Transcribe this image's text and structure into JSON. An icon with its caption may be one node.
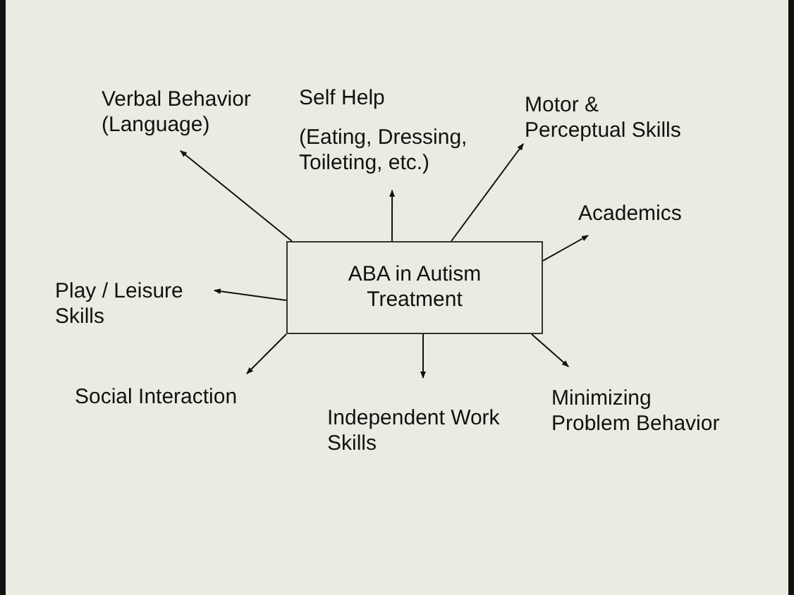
{
  "diagram": {
    "nodes": [
      {
        "text": [
          "ABA in Autism Treatment"
        ]
      },
      {
        "text": [
          "Verbal Behavior (Language)"
        ]
      },
      {
        "text": [
          "Self Help",
          "(Eating, Dressing, Toileting, etc.)"
        ]
      },
      {
        "text": [
          "Motor & Perceptual Skills"
        ]
      },
      {
        "text": [
          "Academics"
        ]
      },
      {
        "text": [
          "Play / Leisure Skills"
        ]
      },
      {
        "text": [
          "Social Interaction"
        ]
      },
      {
        "text": [
          "Independent Work Skills"
        ]
      },
      {
        "text": [
          "Minimizing Problem Behavior"
        ]
      }
    ],
    "edges": [
      {
        "from": 0,
        "to": 1,
        "arrow": "to"
      },
      {
        "from": 0,
        "to": 2,
        "arrow": "to"
      },
      {
        "from": 0,
        "to": 3,
        "arrow": "to"
      },
      {
        "from": 0,
        "to": 4,
        "arrow": "to"
      },
      {
        "from": 0,
        "to": 5,
        "arrow": "to"
      },
      {
        "from": 0,
        "to": 6,
        "arrow": "to"
      },
      {
        "from": 0,
        "to": 7,
        "arrow": "to"
      },
      {
        "from": 0,
        "to": 8,
        "arrow": "to"
      }
    ]
  }
}
